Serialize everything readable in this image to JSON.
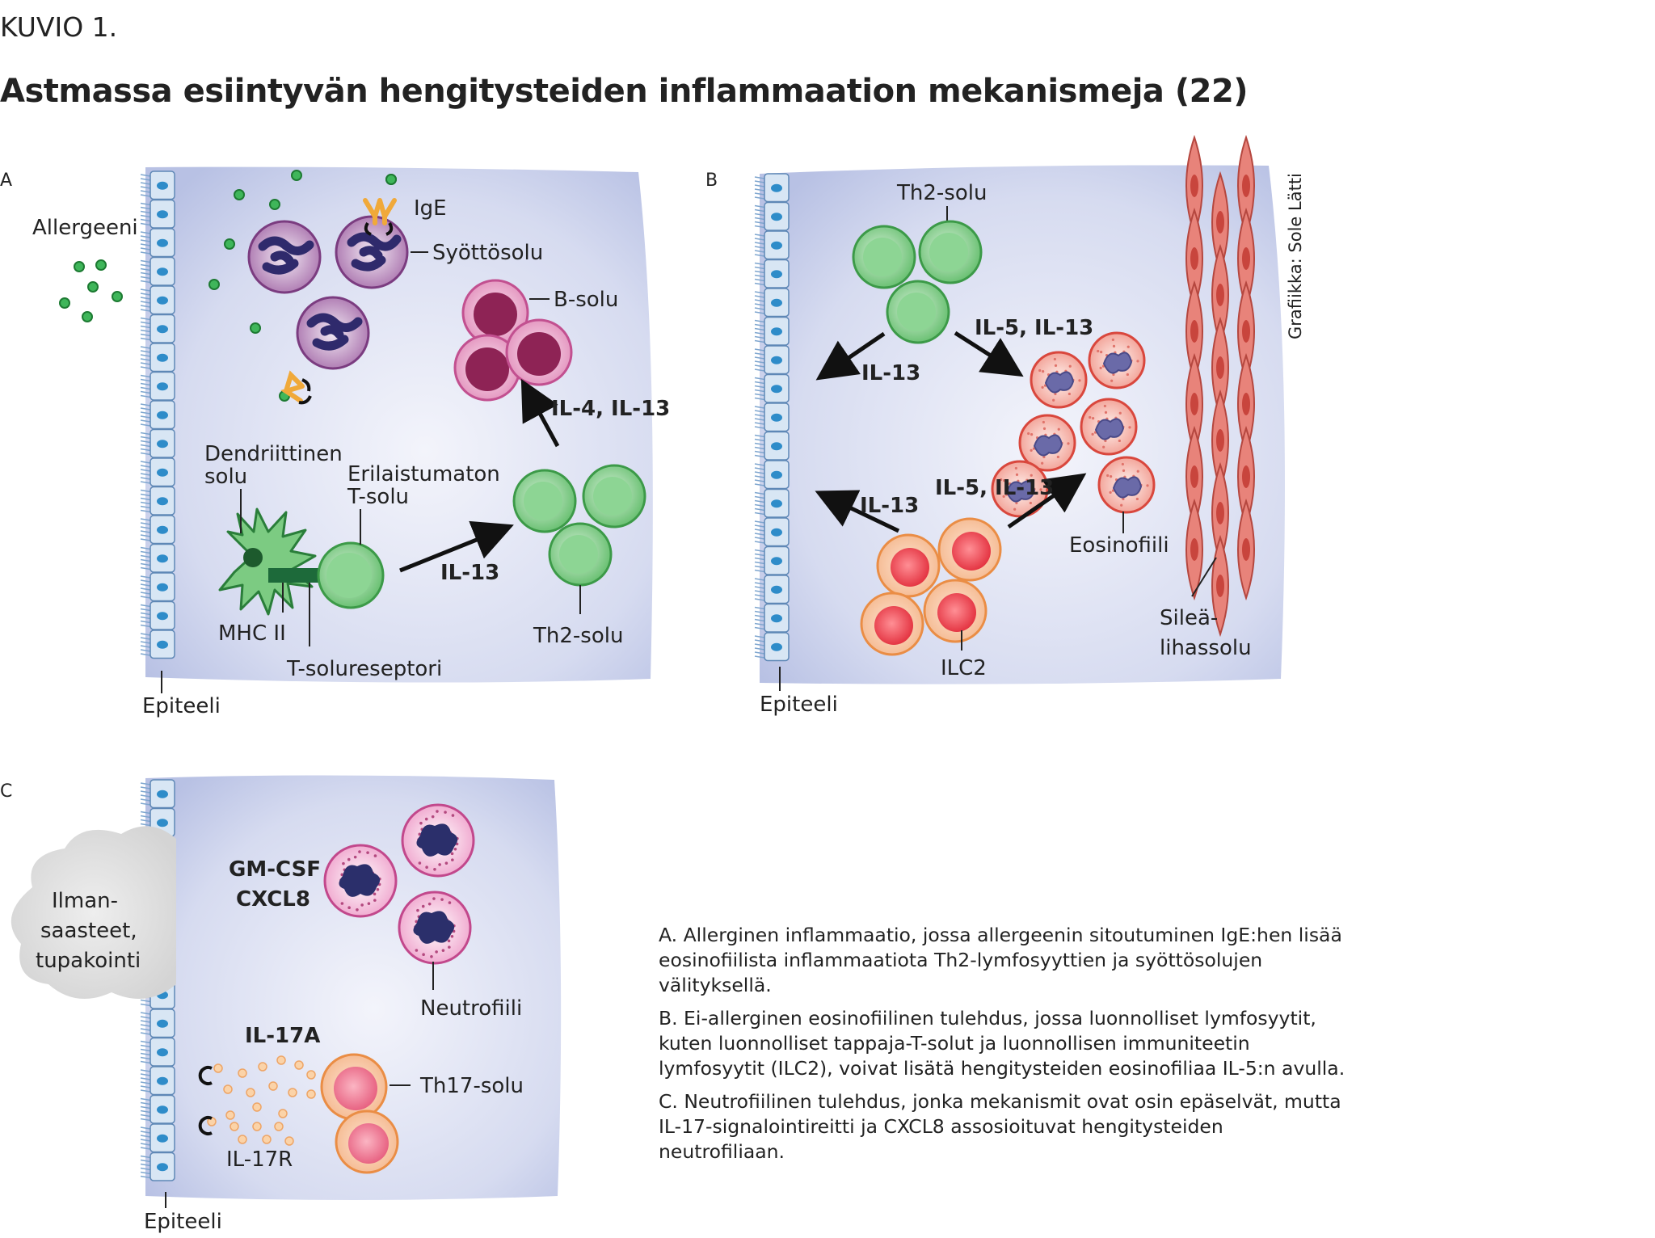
{
  "figure_number": "KUVIO 1.",
  "title": "Astmassa esiintyvän hengitysteiden inflammaation mekanismeja (22)",
  "credit": "Grafiikka: Sole Lätti",
  "panel_a": {
    "letter": "A",
    "allergen": "Allergeeni",
    "ige": "IgE",
    "mast_cell": "Syöttösolu",
    "b_cell": "B-solu",
    "il4_il13": "IL-4, IL-13",
    "dendritic_1": "Dendriittinen",
    "dendritic_2": "solu",
    "naive_1": "Erilaistumaton",
    "naive_2": "T-solu",
    "il13": "IL-13",
    "mhc": "MHC II",
    "tcr": "T-solureseptori",
    "th2": "Th2-solu",
    "epithelium": "Epiteeli"
  },
  "panel_b": {
    "letter": "B",
    "th2": "Th2-solu",
    "il5_il13_top": "IL-5, IL-13",
    "il13_top": "IL-13",
    "il5_il13_bottom": "IL-5, IL-13",
    "il13_bottom": "IL-13",
    "eosinophil": "Eosinofiili",
    "ilc2": "ILC2",
    "smooth_1": "Sileä-",
    "smooth_2": "lihassolu",
    "epithelium": "Epiteeli"
  },
  "panel_c": {
    "letter": "C",
    "pollution_1": "Ilman-",
    "pollution_2": "saasteet,",
    "pollution_3": "tupakointi",
    "gmcsf": "GM-CSF",
    "cxcl8": "CXCL8",
    "neutrophil": "Neutrofiili",
    "il17a": "IL-17A",
    "th17": "Th17-solu",
    "il17r": "IL-17R",
    "epithelium": "Epiteeli"
  },
  "caption": {
    "a": "A. Allerginen inflammaatio, jossa allergeenin sitoutuminen IgE:hen lisää eosinofiilista inflammaatiota Th2-lymfosyyttien ja syöttösolujen välityksellä.",
    "b": "B. Ei-allerginen eosinofiilinen tulehdus, jossa luonnolliset lymfosyytit, kuten luonnolliset tappaja-T-solut ja luonnollisen immuniteetin lymfosyytit (ILC2), voivat lisätä hengitysteiden eosinofiliaa IL-5:n avulla.",
    "c": "C. Neutrofiilinen tulehdus, jonka mekanismit ovat osin epäselvät, mutta IL-17-signalointireitti ja CXCL8 assosioituvat hengitysteiden neutrofiliaan."
  },
  "colors": {
    "panel_bg": "#c9d0ec",
    "th2_green": "#7ccb82",
    "b_cell_pink": "#e48bbd",
    "eosinophil_red": "#f09a8e",
    "ilc2_red": "#ef4b55",
    "th17_orange": "#f5a65a",
    "neutrophil_navy": "#2b2f6b",
    "allergen_green": "#3fb65a"
  }
}
